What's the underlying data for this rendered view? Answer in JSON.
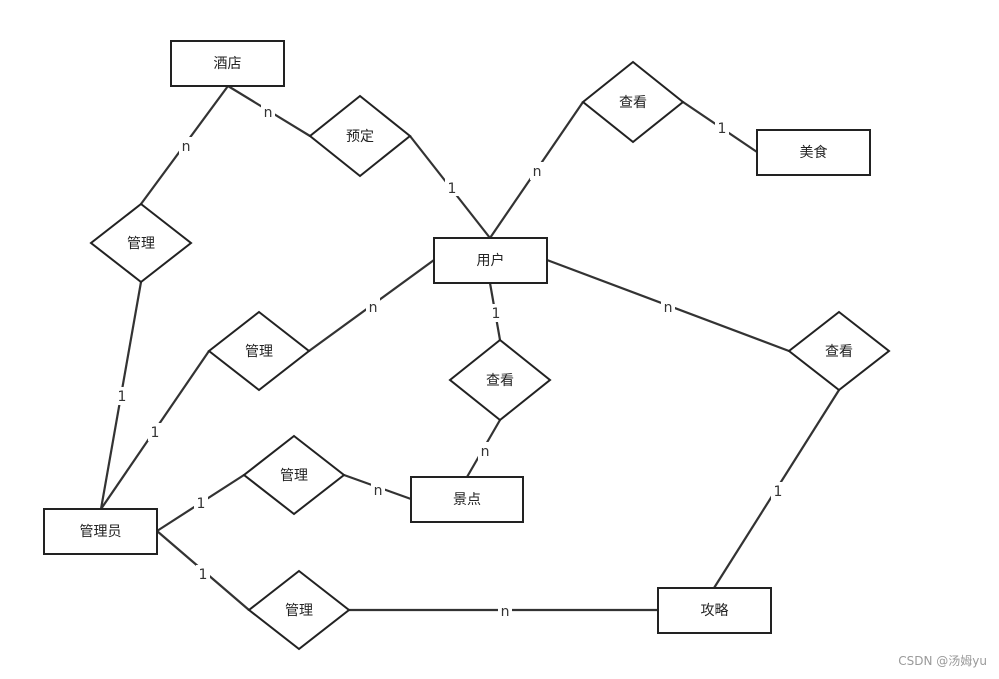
{
  "entities": {
    "hotel": "酒店",
    "user": "用户",
    "food": "美食",
    "admin": "管理员",
    "attraction": "景点",
    "guide": "攻略"
  },
  "relations": {
    "book": "预定",
    "view_food": "查看",
    "manage_hotel": "管理",
    "manage_user": "管理",
    "view_attraction": "查看",
    "view_guide": "查看",
    "manage_attraction": "管理",
    "manage_guide": "管理"
  },
  "cardinalities": {
    "hotel_book": "n",
    "book_user": "1",
    "hotel_manage": "n",
    "manage_admin_1": "1",
    "user_viewfood": "n",
    "viewfood_food": "1",
    "user_manage": "n",
    "manage_admin_2": "1",
    "user_viewattr": "1",
    "viewattr_attr": "n",
    "user_viewguide": "n",
    "viewguide_guide": "1",
    "admin_manageattr": "1",
    "manageattr_attr": "n",
    "admin_manageguide": "1",
    "manageguide_guide": "n"
  },
  "watermark": "CSDN @汤姆yu"
}
